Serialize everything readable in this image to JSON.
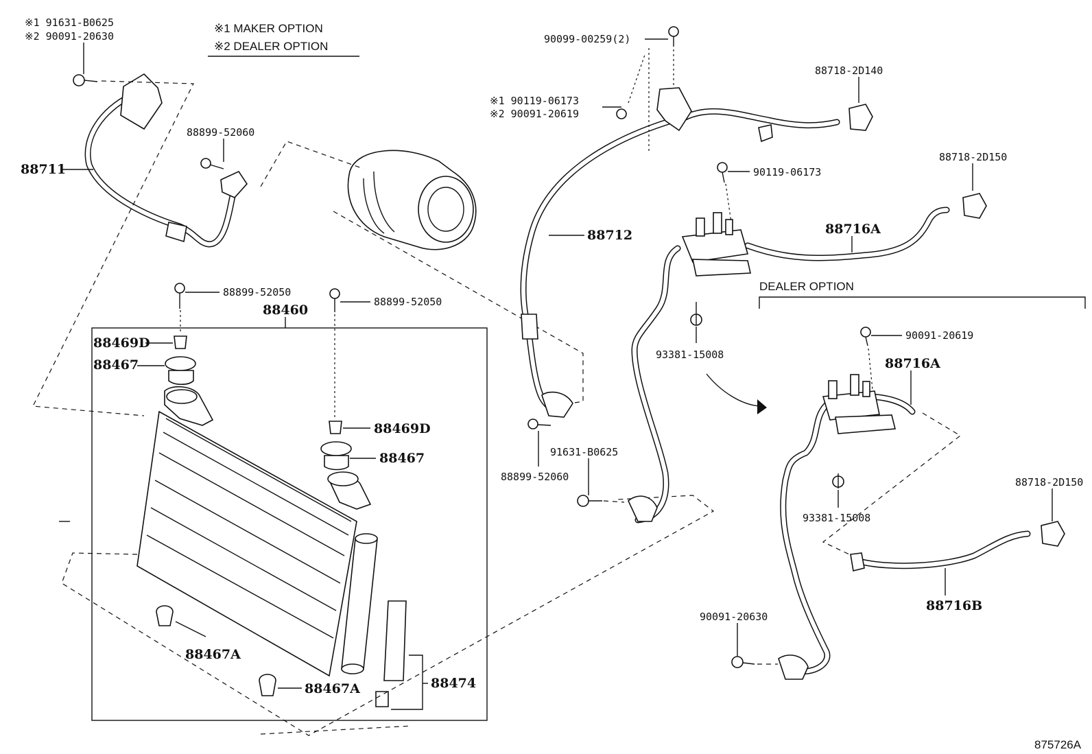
{
  "legend": {
    "maker_option": "※1 MAKER OPTION",
    "dealer_option": "※2 DEALER OPTION"
  },
  "section_title": "DEALER OPTION",
  "figure_id": "875726A",
  "labels": {
    "p_88711": "88711",
    "p_88712": "88712",
    "p_88460": "88460",
    "p_88469d_a": "88469D",
    "p_88469d_b": "88469D",
    "p_88467_a": "88467",
    "p_88467_b": "88467",
    "p_88467a_a": "88467A",
    "p_88467a_b": "88467A",
    "p_88474": "88474",
    "p_88716a_a": "88716A",
    "p_88716a_b": "88716A",
    "p_88716b": "88716B",
    "n_91631_b0625_top": "※1 91631-B0625",
    "n_90091_20630_top": "※2 90091-20630",
    "n_88899_52060_a": "88899-52060",
    "n_88899_52050_a": "88899-52050",
    "n_88899_52050_b": "88899-52050",
    "n_90099_00259": "90099-00259(2)",
    "n_90119_06173_opt": "※1  90119-06173",
    "n_90091_20619_opt": "※2  90091-20619",
    "n_88718_2d140": "88718-2D140",
    "n_88718_2d150_a": "88718-2D150",
    "n_88718_2d150_b": "88718-2D150",
    "n_90119_06173": "90119-06173",
    "n_93381_15008_a": "93381-15008",
    "n_93381_15008_b": "93381-15008",
    "n_90091_20619": "90091-20619",
    "n_91631_b0625_mid": "91631-B0625",
    "n_88899_52060_b": "88899-52060",
    "n_90091_20630_bot": "90091-20630"
  }
}
